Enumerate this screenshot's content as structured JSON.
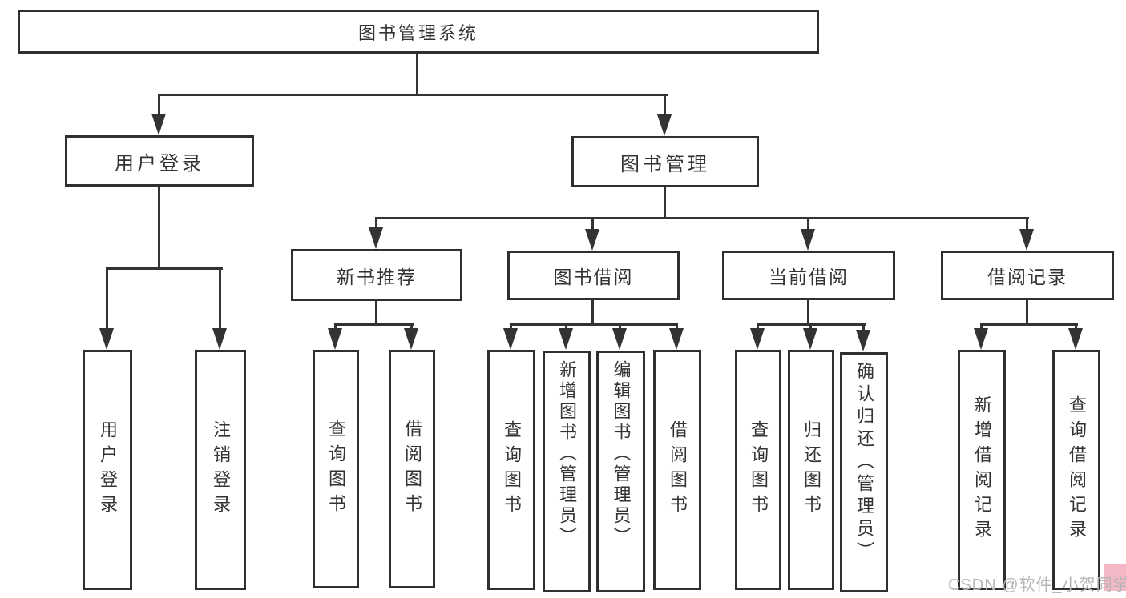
{
  "diagram": {
    "root": {
      "label": "图书管理系统",
      "children": [
        {
          "label": "用户登录",
          "children": [
            {
              "label": "用户登录"
            },
            {
              "label": "注销登录"
            }
          ]
        },
        {
          "label": "图书管理",
          "children": [
            {
              "label": "新书推荐",
              "children": [
                {
                  "label": "查询图书"
                },
                {
                  "label": "借阅图书"
                }
              ]
            },
            {
              "label": "图书借阅",
              "children": [
                {
                  "label": "查询图书"
                },
                {
                  "label": "新增图书（管理员）"
                },
                {
                  "label": "编辑图书（管理员）"
                },
                {
                  "label": "借阅图书"
                }
              ]
            },
            {
              "label": "当前借阅",
              "children": [
                {
                  "label": "查询图书"
                },
                {
                  "label": "归还图书"
                },
                {
                  "label": "确认归还（管理员）"
                }
              ]
            },
            {
              "label": "借阅记录",
              "children": [
                {
                  "label": "新增借阅记录"
                },
                {
                  "label": "查询借阅记录"
                }
              ]
            }
          ]
        }
      ]
    }
  },
  "watermark": {
    "text": "CSDN @软件_小贺同学"
  },
  "colors": {
    "line": "#333333",
    "box_border": "#2f2f2f",
    "text": "#333333",
    "background": "#ffffff",
    "watermark_text": "#b6b6b6",
    "watermark_accent": "#f2b8c5"
  }
}
